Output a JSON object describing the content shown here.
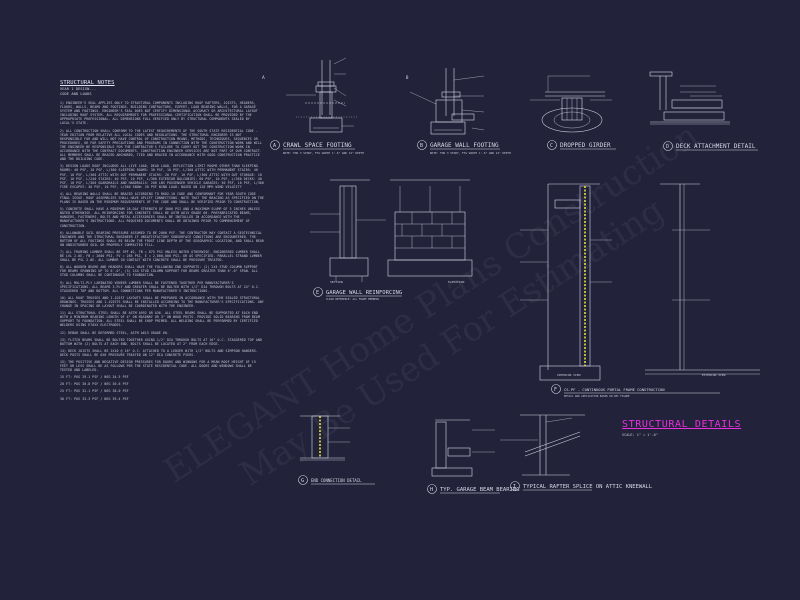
{
  "notes": {
    "title": "STRUCTURAL NOTES",
    "subtitle_lines": [
      "VEAR 1 DESIGN...",
      "CODE AND LOADS"
    ],
    "paragraphs": [
      "1) ENGINEER'S SEAL APPLIES ONLY TO STRUCTURAL COMPONENTS INCLUDING ROOF RAFTERS, JOISTS, HEADERS, FLOORS, WALLS, BEAMS AND FOOTINGS. BUILDING CONTRACTORS, EXPERT, LOAD BEARING WALLS, FOR A GARAGE SYSTEM AND FOOTINGS. ENGINEER'S SEAL DOES NOT CERTIFY DIMENSIONAL ACCURACY OR ARCHITECTURAL LAYOUT INCLUDING ROOF SYSTEM. ALL REQUIREMENTS FOR PROFESSIONAL CERTIFICATION SHALL BE PROVIDED BY THE APPROPRIATE PROFESSIONAL. ALL DIMENSIONS FULL VERIFIED ONLY BY STRUCTURAL COMPONENTS SEALED BY LOCAL'S STATE.",
      "2) ALL CONSTRUCTION SHALL CONFORM TO THE LATEST REQUIREMENTS OF THE SOUTH STATE RESIDENTIAL CODE - YEAR EDITION FROM RELATIVE ALL LOCAL CODES AND REGULATIONS. THE STRUCTURAL ENGINEER IS NOT RESPONSIBLE FOR AND WILL NOT HAVE CONTROL OF CONSTRUCTION MEANS, METHODS, TECHNIQUES, SEQUENCES OR PROCEDURES, OR FOR SAFETY PRECAUTIONS AND PROGRAMS IN CONNECTION WITH THE CONSTRUCTION WORK AND WILL THE ENGINEER BE RESPONSIBLE FOR THE CONTRACTOR'S FAILURE TO CARRY OUT THE CONSTRUCTION WORK IN ACCORDANCE WITH THE CONTRACT DOCUMENTS. CONSTRUCTION ENGINEER SERVICES ARE NOT PART OF OUR CONTRACT. ALL MEMBERS SHALL BE BRACED ANCHORED, TIED AND BRACED IN ACCORDANCE WITH GOOD CONSTRUCTION PRACTICE AND THE BUILDING CODE.",
      "3) DESIGN LOADS ROOF INCLUDED ALL LIVE LOAD, DEAD LOAD, DEFLECTION LIMIT ROOMS OTHER THAN SLEEPING ROOMS: 40 PSF, 10 PSF, L/360 SLEEPING ROOMS: 30 PSF, 10 PSF, L/360 ATTIC WITH PERMANENT STAIRS: 40 PSF, 10 PSF, L/360 ATTIC WITH OUT PERMANENT STAIRS: 20 PSF, 10 PSF, L/360 ATTIC WITH OUT STORAGE: 10 PSF, 10 PSF, L/240 STAIRS: 40 PSF, 10 PSF, L/360 EXTERIOR BALCONIES: 60 PSF, 10 PSF, L/360 DECKS: 40 PSF, 10 PSF, L/360 GUARDRAILS AND HANDRAILS: 200 LBS PASSENGER VEHICLE GARAGES: 50 PSF, 10 PSF, L/360 FIRE ESCAPES: 40 PSF, 10 PSF, L/360 SNOW: 30 PSF WIND LOAD: BASED ON 120 MPH WIND VELOCITY",
      "4) ALL BEARING WALLS SHALL BE BRACED ACCORDING TO R602.10 CODE AND CONFORMANT FOR YEAR SOUTH CODE FINAL ISSUE. ROOF ASSEMBLIES SHALL HAVE UPLIFT CONNECTIONS. NOTE THAT THE BRACING AS SPECIFIED ON THE PLANS IS BASED ON THE MINIMUM REQUIREMENTS OF THE CODE AND SHALL BE VERIFIED PRIOR TO CONSTRUCTION.",
      "5) CONCRETE SHALL HAVE A MINIMUM 28-DAY STRENGTH OF 3000 PSI AND A MAXIMUM SLUMP OF 5 INCHES UNLESS NOTED OTHERWISE. ALL REINFORCING FOR CONCRETE SHALL BE ASTM A615 GRADE 60. PREFABRICATED BEAMS, HANGERS, FASTENERS, BOLTS AND METAL ACCESSORIES SHALL BE INSTALLED IN ACCORDANCE WITH THE MANUFACTURER'S INSTRUCTIONS. ALL REQUIRED DOCUMENTS SHALL BE OBTAINED PRIOR TO COMMENCEMENT OF CONSTRUCTION.",
      "6) ALLOWABLE SOIL BEARING PRESSURE ASSUMED TO BE 2000 PSF. THE CONTRACTOR MAY CONTACT A GEOTECHNICAL ENGINEER AND THE STRUCTURAL ENGINEER IF UNSATISFACTORY SUBSURFACE CONDITIONS ARE ENCOUNTERED. THE BOTTOM OF ALL FOOTINGS SHALL BE BELOW THE FROST LINE DEPTH OF THE GEOGRAPHIC LOCATION, AND SHALL BEAR ON UNDISTURBED SOIL OR PROPERLY COMPACTED FILL.",
      "7) ALL FRAMING LUMBER SHALL BE SPF #2, FB = 875 PSI UNLESS NOTED OTHERWISE. ENGINEERED LUMBER SHALL BE LVL 2.0E, FB = 2600 PSI, FV = 285 PSI, E = 2,000,000 PSI, OR AS SPECIFIED. PARALLEL STRAND LUMBER SHALL BE PSL 2.0E. ALL LUMBER IN CONTACT WITH CONCRETE SHALL BE PRESSURE TREATED.",
      "8) ALL WOODEN BEAMS AND HEADERS SHALL HAVE THE FOLLOWING END SUPPORTS: (2) 2X4 STUD COLUMN SUPPORT FOR BEAMS SPANNING UP TO 6'-0\", (3) 2X4 STUD COLUMN SUPPORT FOR BEAMS GREATER THAN 6'-0\" SPAN. ALL STUD COLUMNS SHALL BE CONTINUOUS TO FOUNDATION.",
      "9) ALL MULTI-PLY LAMINATED VENEER LUMBER SHALL BE FASTENED TOGETHER PER MANUFACTURER'S SPECIFICATIONS. ALL BEAMS 3-PLY AND GREATER SHALL BE BOLTED WITH 1/2\" DIA THROUGH BOLTS AT 24\" O.C. STAGGERED TOP AND BOTTOM. ALL CONNECTIONS PER MANUFACTURER'S INSTRUCTIONS.",
      "10) ALL ROOF TRUSSES AND I-JOIST LAYOUTS SHALL BE PREPARED IN ACCORDANCE WITH THE SEALED STRUCTURAL DRAWINGS. TRUSSES AND I-JOISTS SHALL BE INSTALLED ACCORDING TO THE MANUFACTURER'S SPECIFICATIONS. ANY CHANGE IN SPACING OR LAYOUT SHALL BE COORDINATED WITH THE ENGINEER.",
      "11) ALL STRUCTURAL STEEL SHALL BE ASTM A992 OR A36. ALL STEEL BEAMS SHALL BE SUPPORTED AT EACH END WITH A MINIMUM BEARING LENGTH OF 4\" ON MASONRY OR 3\" ON WOOD POSTS. PROVIDE SOLID BEARING FROM BEAM SUPPORT TO FOUNDATION. ALL STEEL SHALL BE SHOP PRIMED. ALL WELDING SHALL BE PERFORMED BY CERTIFIED WELDERS USING E70XX ELECTRODES.",
      "12) REBAR SHALL BE DEFORMED STEEL, ASTM A615 GRADE 60.",
      "13) FLITCH BEAMS SHALL BE BOLTED TOGETHER USING 1/2\" DIA THROUGH BOLTS AT 16\" O.C. STAGGERED TOP AND BOTTOM WITH (2) BOLTS AT EACH END. BOLTS SHALL BE LOCATED AT 2\" FROM EACH EDGE.",
      "14) DECK JOISTS SHALL BE 2X10 @ 16\" O.C. ATTACHED TO A LEDGER WITH 1/2\" BOLTS AND SIMPSON HANGERS. DECK POSTS SHALL BE 6X6 PRESSURE TREATED ON 12\" DIA CONCRETE PIERS.",
      "15) THE POSITIVE AND NEGATIVE DESIGN PRESSURES FOR DOORS AND WINDOWS FOR A MEAN ROOF HEIGHT OF 15 FEET OR LESS SHALL BE AS FOLLOWS PER THE STATE RESIDENTIAL CODE. ALL DOORS AND WINDOWS SHALL BE TESTED AND LABELED.",
      "15 FT: POS 29.1 PSF / NEG 34.5 PSF",
      "20 FT: POS 30.8 PSF / NEG 36.6 PSF",
      "25 FT: POS 32.1 PSF / NEG 38.0 PSF",
      "30 FT: POS 33.3 PSF / NEG 39.4 PSF"
    ]
  },
  "details": [
    {
      "num": "A",
      "title": "CRAWL SPACE FOOTING",
      "note": "NOTE: FOR 3 STORY, FTG WIDTH 1'-6\" AND 12\" DEPTH"
    },
    {
      "num": "B",
      "title": "GARAGE WALL FOOTING",
      "note": "NOTE: FOR 3 STORY, FTG WIDTH 1'-6\" AND 12\" DEPTH"
    },
    {
      "num": "C",
      "title": "DROPPED GIRDER",
      "note": ""
    },
    {
      "num": "D",
      "title": "DECK ATTACHMENT DETAIL",
      "note": ""
    },
    {
      "num": "E",
      "title": "GARAGE WALL REINFORCING",
      "note": "CLEAR REFERENCE: ALL FRAME MEMBERS"
    },
    {
      "num": "F",
      "title": "CS-PF - CONTINUOUS PORTAL FRAME CONSTRUCTION",
      "note": "DETAIL AND APPLICATION BASED ON IBC FIGURE"
    },
    {
      "num": "G",
      "title": "END CONNECTION DETAIL",
      "note": ""
    },
    {
      "num": "H",
      "title": "TYP. GARAGE BEAM BEARING",
      "note": ""
    },
    {
      "num": "I",
      "title": "TYPICAL RAFTER SPLICE ON ATTIC KNEEWALL",
      "note": ""
    }
  ],
  "e_labels": {
    "left": "SECTION",
    "right": "ELEVATION"
  },
  "f_labels": {
    "left": "INTERIOR VIEW",
    "right": "EXTERIOR VIEW"
  },
  "sheet": {
    "title": "STRUCTURAL DETAILS",
    "scale": "SCALE: 1\" = 1'-0\"",
    "accent_color": "#e830e0"
  },
  "watermark": {
    "lines": [
      "ELEGANT Home Plans Construction",
      "May Be Used For Estimating"
    ]
  }
}
